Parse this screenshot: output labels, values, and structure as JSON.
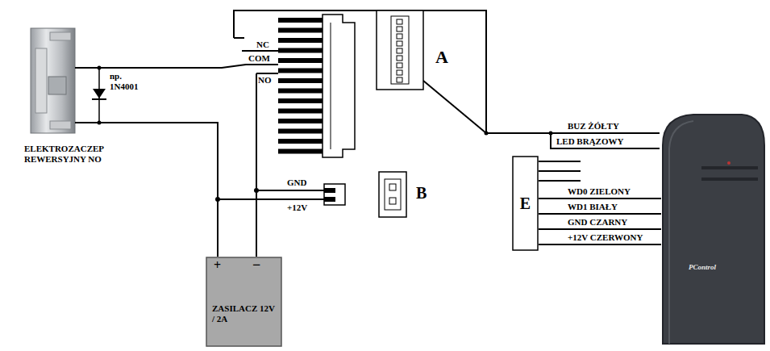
{
  "diagram": {
    "nodes": [
      {
        "text": [
          "+",
          "−",
          "ZASILACZ 12V / 2A"
        ]
      },
      {
        "text": [
          "E"
        ]
      },
      {
        "text": [
          "PControl"
        ]
      }
    ],
    "edges": [
      {
        "from": 1,
        "to": 2,
        "arrow": "none",
        "label": "WD0 ZIELONY"
      },
      {
        "from": 1,
        "to": 2,
        "arrow": "none",
        "label": "WD1 BIAŁY"
      },
      {
        "from": 1,
        "to": 2,
        "arrow": "none",
        "label": "GND CZARNY"
      },
      {
        "from": 1,
        "to": 2,
        "arrow": "none",
        "label": "+12V CZERWONY"
      }
    ],
    "labels": [
      "NC",
      "COM",
      "NO",
      "np. 1N4001",
      "ELEKTROZACZEP REWERSYJNY NO",
      "A",
      "GND",
      "+12V",
      "B",
      "BUZ ŻÓŁTY",
      "LED BRĄZOWY"
    ]
  }
}
